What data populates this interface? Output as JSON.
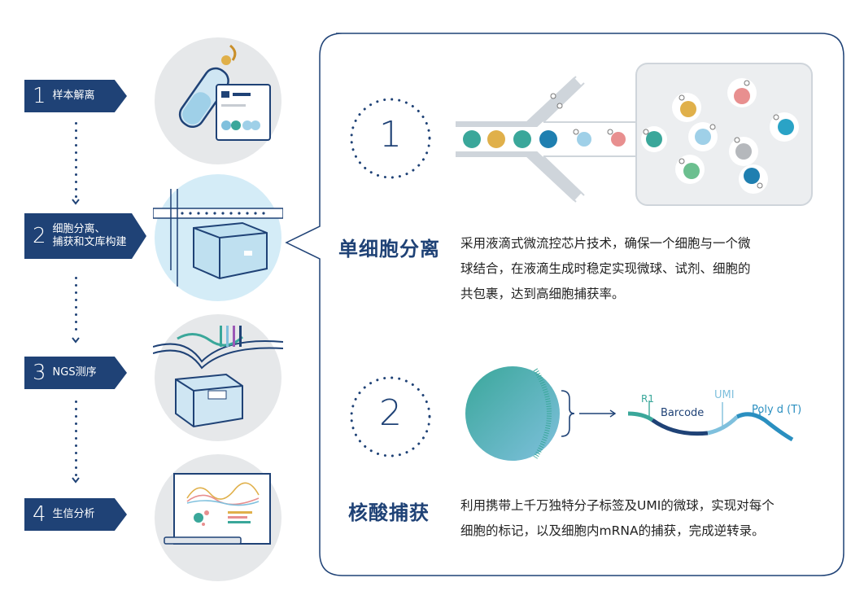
{
  "steps": [
    {
      "num": "1",
      "label": "样本解离"
    },
    {
      "num": "2",
      "label_line1": "细胞分离、",
      "label_line2": "捕获和文库构建"
    },
    {
      "num": "3",
      "label": "NGS测序"
    },
    {
      "num": "4",
      "label": "生信分析"
    }
  ],
  "section1": {
    "number": "1",
    "title": "单细胞分离",
    "desc_lines": [
      "采用液滴式微流控芯片技术，确保一个细胞与一个微",
      "球结合，在液滴生成时稳定实现微球、试剂、细胞的",
      "共包裹，达到高细胞捕获率。"
    ]
  },
  "section2": {
    "number": "2",
    "title": "核酸捕获",
    "desc_lines": [
      "利用携带上千万独特分子标签及UMI的微球，实现对每个",
      "细胞的标记，以及细胞内mRNA的捕获，完成逆转录。"
    ],
    "labels": {
      "r1": "R1",
      "barcode": "Barcode",
      "umi": "UMI",
      "polyd": "Poly d (T)"
    }
  },
  "colors": {
    "navy": "#1f4276",
    "teal": "#3aa79a",
    "lightblue": "#7fc0dd",
    "grey": "#e6e8ea"
  }
}
